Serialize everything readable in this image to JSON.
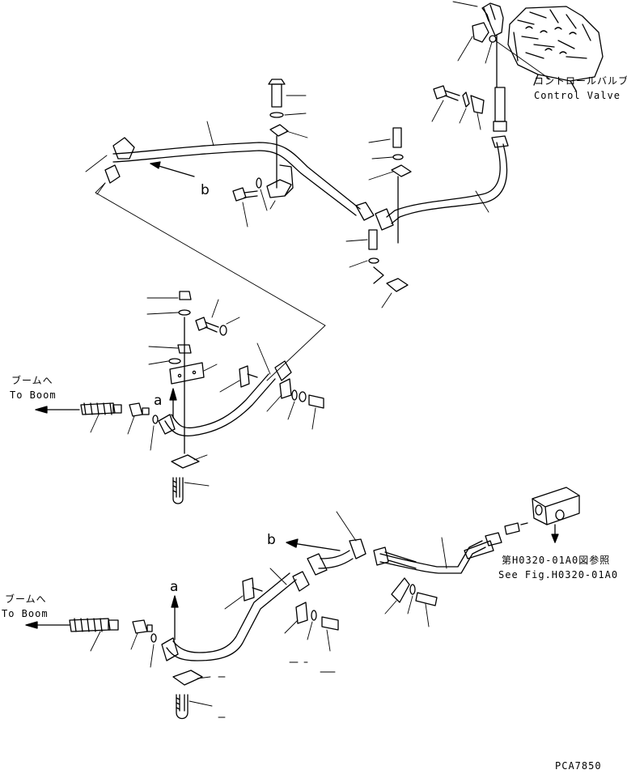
{
  "labels": {
    "control_valve_jp": "コントロールバルブ",
    "control_valve_en": "Control Valve",
    "to_boom_jp": "ブームへ",
    "to_boom_en": "To Boom",
    "see_fig_jp": "第H0320-01A0図参照",
    "see_fig_en": "See Fig.H0320-01A0",
    "view_a": "a",
    "view_b": "b",
    "drawing_code": "PCA7850"
  },
  "colors": {
    "line": "#000000",
    "background": "#ffffff"
  }
}
